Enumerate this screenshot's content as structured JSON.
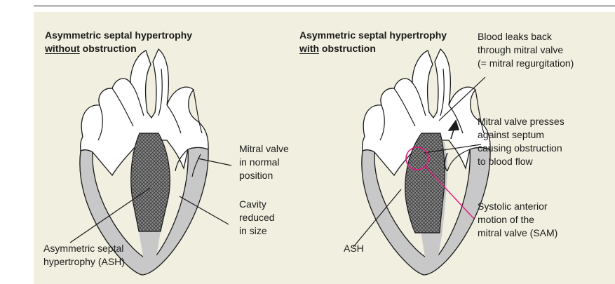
{
  "left_panel": {
    "heading_line1": "Asymmetric septal hypertrophy",
    "heading_line2_underlined": "without",
    "heading_line2_rest": " obstruction",
    "labels": {
      "mitral_valve": [
        "Mitral valve",
        "in normal",
        "position"
      ],
      "cavity": [
        "Cavity",
        "reduced",
        "in size"
      ],
      "ash": [
        "Asymmetric septal",
        "hypertrophy (ASH)"
      ]
    }
  },
  "right_panel": {
    "heading_line1": "Asymmetric septal hypertrophy",
    "heading_line2_underlined": "with",
    "heading_line2_rest": " obstruction",
    "labels": {
      "blood_leaks": [
        "Blood leaks back",
        "through mitral valve",
        "(= mitral regurgitation)"
      ],
      "mitral_presses": [
        "Mitral valve presses",
        "against septum",
        "causing obstruction",
        "to blood flow"
      ],
      "sam": [
        "Systolic anterior",
        "motion of the",
        "mitral valve (SAM)"
      ],
      "ash": "ASH"
    }
  },
  "colors": {
    "background": "#f1efe0",
    "heart_wall": "#c8c8c8",
    "outline": "#1a1a1a",
    "highlight": "#e0197d"
  }
}
